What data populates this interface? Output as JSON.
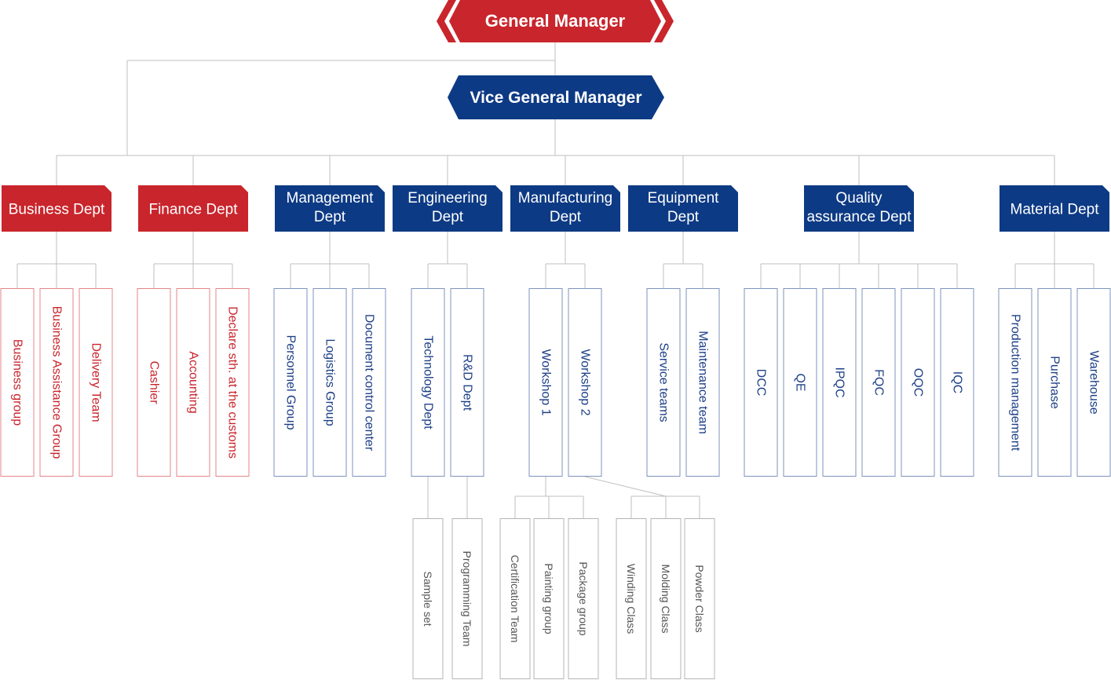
{
  "colors": {
    "red": "#c9252c",
    "blue": "#0d3a84",
    "line": "#bfbfbf",
    "leaf_red_border": "#e4868a",
    "leaf_blue_border": "#7e93bd",
    "sub_border": "#b5b5b5"
  },
  "top": {
    "general_manager": "General Manager",
    "vice_general_manager": "Vice General Manager"
  },
  "departments": [
    {
      "id": "business",
      "color": "red",
      "label_lines": [
        "Business Dept"
      ],
      "units": [
        "Business group",
        "Business Assistance Group",
        "Delivery Team"
      ]
    },
    {
      "id": "finance",
      "color": "red",
      "label_lines": [
        "Finance Dept"
      ],
      "units": [
        "Cashier",
        "Accounting",
        "Declare sth. at the customs"
      ]
    },
    {
      "id": "management",
      "color": "blue",
      "label_lines": [
        "Management",
        "Dept"
      ],
      "units": [
        "Personnel Group",
        "Logistics Group",
        "Document control center"
      ]
    },
    {
      "id": "engineering",
      "color": "blue",
      "label_lines": [
        "Engineering",
        "Dept"
      ],
      "units": [
        "Technology Dept",
        "R&D Dept"
      ]
    },
    {
      "id": "manufacturing",
      "color": "blue",
      "label_lines": [
        "Manufacturing",
        "Dept"
      ],
      "units": [
        "Workshop 1",
        "Workshop 2"
      ]
    },
    {
      "id": "equipment",
      "color": "blue",
      "label_lines": [
        "Equipment",
        "Dept"
      ],
      "units": [
        "Service teams",
        "Maintenance team"
      ]
    },
    {
      "id": "quality",
      "color": "blue",
      "label_lines": [
        "Quality",
        "assurance Dept"
      ],
      "units": [
        "DCC",
        "QE",
        "IPQC",
        "FQC",
        "OQC",
        "IQC"
      ]
    },
    {
      "id": "material",
      "color": "blue",
      "label_lines": [
        "Material Dept"
      ],
      "units": [
        "Production management",
        "Purchase",
        "Warehouse"
      ]
    }
  ],
  "sub_units": {
    "technology": [
      "Sample set"
    ],
    "rnd": [
      "Programming Team"
    ],
    "workshop1": [
      "Certification Team",
      "Painting group",
      "Package group"
    ],
    "workshop2": [
      "Winding Class",
      "Molding Class",
      "Powder Class"
    ]
  }
}
